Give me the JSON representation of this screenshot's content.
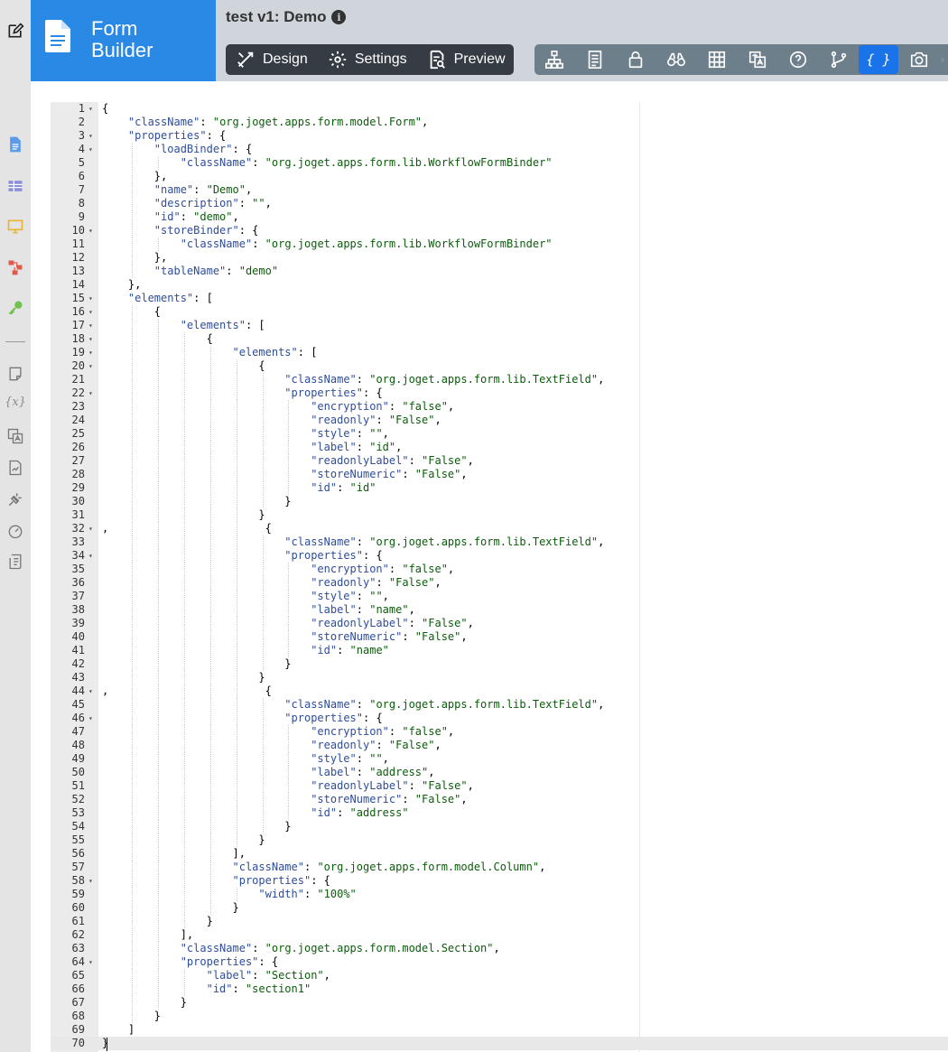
{
  "app": {
    "brand_line1": "Form",
    "brand_line2": "Builder",
    "form_title": "test v1: Demo",
    "info_glyph": "i"
  },
  "modes": {
    "design": "Design",
    "settings": "Settings",
    "preview": "Preview"
  },
  "toolbar": {
    "icons": [
      "sitemap-icon",
      "list-icon",
      "lock-icon",
      "binoculars-icon",
      "table-icon",
      "translate-icon",
      "help-icon",
      "branch-icon",
      "json-icon",
      "camera-icon"
    ],
    "json_glyph": "{ }",
    "more_glyph": "›"
  },
  "rail": {
    "var_glyph": "{x}"
  },
  "editor": {
    "lines": [
      "{",
      "    \"className\": \"org.joget.apps.form.model.Form\",",
      "    \"properties\": {",
      "        \"loadBinder\": {",
      "            \"className\": \"org.joget.apps.form.lib.WorkflowFormBinder\"",
      "        },",
      "        \"name\": \"Demo\",",
      "        \"description\": \"\",",
      "        \"id\": \"demo\",",
      "        \"storeBinder\": {",
      "            \"className\": \"org.joget.apps.form.lib.WorkflowFormBinder\"",
      "        },",
      "        \"tableName\": \"demo\"",
      "    },",
      "    \"elements\": [",
      "        {",
      "            \"elements\": [",
      "                {",
      "                    \"elements\": [",
      "                        {",
      "                            \"className\": \"org.joget.apps.form.lib.TextField\",",
      "                            \"properties\": {",
      "                                \"encryption\": \"false\",",
      "                                \"readonly\": \"False\",",
      "                                \"style\": \"\",",
      "                                \"label\": \"id\",",
      "                                \"readonlyLabel\": \"False\",",
      "                                \"storeNumeric\": \"False\",",
      "                                \"id\": \"id\"",
      "                            }",
      "                        }",
      ",                        {",
      "                            \"className\": \"org.joget.apps.form.lib.TextField\",",
      "                            \"properties\": {",
      "                                \"encryption\": \"false\",",
      "                                \"readonly\": \"False\",",
      "                                \"style\": \"\",",
      "                                \"label\": \"name\",",
      "                                \"readonlyLabel\": \"False\",",
      "                                \"storeNumeric\": \"False\",",
      "                                \"id\": \"name\"",
      "                            }",
      "                        }",
      ",                        {",
      "                            \"className\": \"org.joget.apps.form.lib.TextField\",",
      "                            \"properties\": {",
      "                                \"encryption\": \"false\",",
      "                                \"readonly\": \"False\",",
      "                                \"style\": \"\",",
      "                                \"label\": \"address\",",
      "                                \"readonlyLabel\": \"False\",",
      "                                \"storeNumeric\": \"False\",",
      "                                \"id\": \"address\"",
      "                            }",
      "                        }",
      "                    ],",
      "                    \"className\": \"org.joget.apps.form.model.Column\",",
      "                    \"properties\": {",
      "                        \"width\": \"100%\"",
      "                    }",
      "                }",
      "            ],",
      "            \"className\": \"org.joget.apps.form.model.Section\",",
      "            \"properties\": {",
      "                \"label\": \"Section\",",
      "                \"id\": \"section1\"",
      "            }",
      "        }",
      "    ]",
      "}"
    ],
    "foldable_lines": [
      1,
      3,
      4,
      10,
      15,
      16,
      17,
      18,
      19,
      20,
      22,
      32,
      34,
      44,
      46,
      58,
      64
    ],
    "active_line": 70
  }
}
